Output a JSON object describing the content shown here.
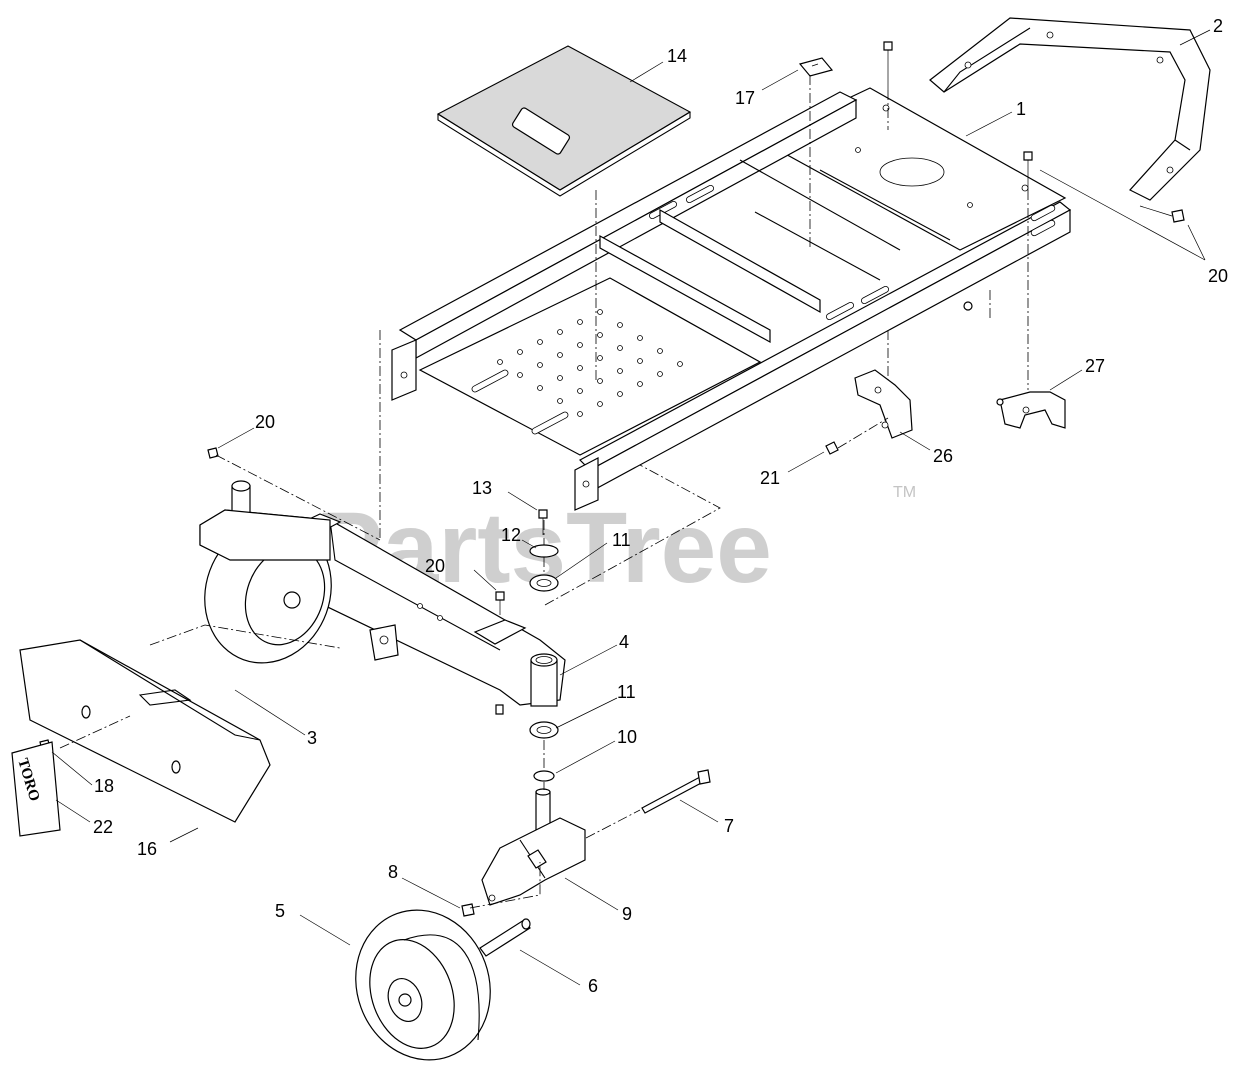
{
  "watermark": {
    "text": "PartsTree",
    "trademark": "TM"
  },
  "logo_text": "TORO",
  "callouts": [
    {
      "id": "c1",
      "label": "1"
    },
    {
      "id": "c2",
      "label": "2"
    },
    {
      "id": "c3",
      "label": "3"
    },
    {
      "id": "c4",
      "label": "4"
    },
    {
      "id": "c5",
      "label": "5"
    },
    {
      "id": "c6",
      "label": "6"
    },
    {
      "id": "c7",
      "label": "7"
    },
    {
      "id": "c8",
      "label": "8"
    },
    {
      "id": "c9",
      "label": "9"
    },
    {
      "id": "c10",
      "label": "10"
    },
    {
      "id": "c11a",
      "label": "11"
    },
    {
      "id": "c11b",
      "label": "11"
    },
    {
      "id": "c12",
      "label": "12"
    },
    {
      "id": "c13",
      "label": "13"
    },
    {
      "id": "c14",
      "label": "14"
    },
    {
      "id": "c16",
      "label": "16"
    },
    {
      "id": "c17",
      "label": "17"
    },
    {
      "id": "c18",
      "label": "18"
    },
    {
      "id": "c20a",
      "label": "20"
    },
    {
      "id": "c20b",
      "label": "20"
    },
    {
      "id": "c20c",
      "label": "20"
    },
    {
      "id": "c21",
      "label": "21"
    },
    {
      "id": "c22",
      "label": "22"
    },
    {
      "id": "c26",
      "label": "26"
    },
    {
      "id": "c27",
      "label": "27"
    }
  ]
}
